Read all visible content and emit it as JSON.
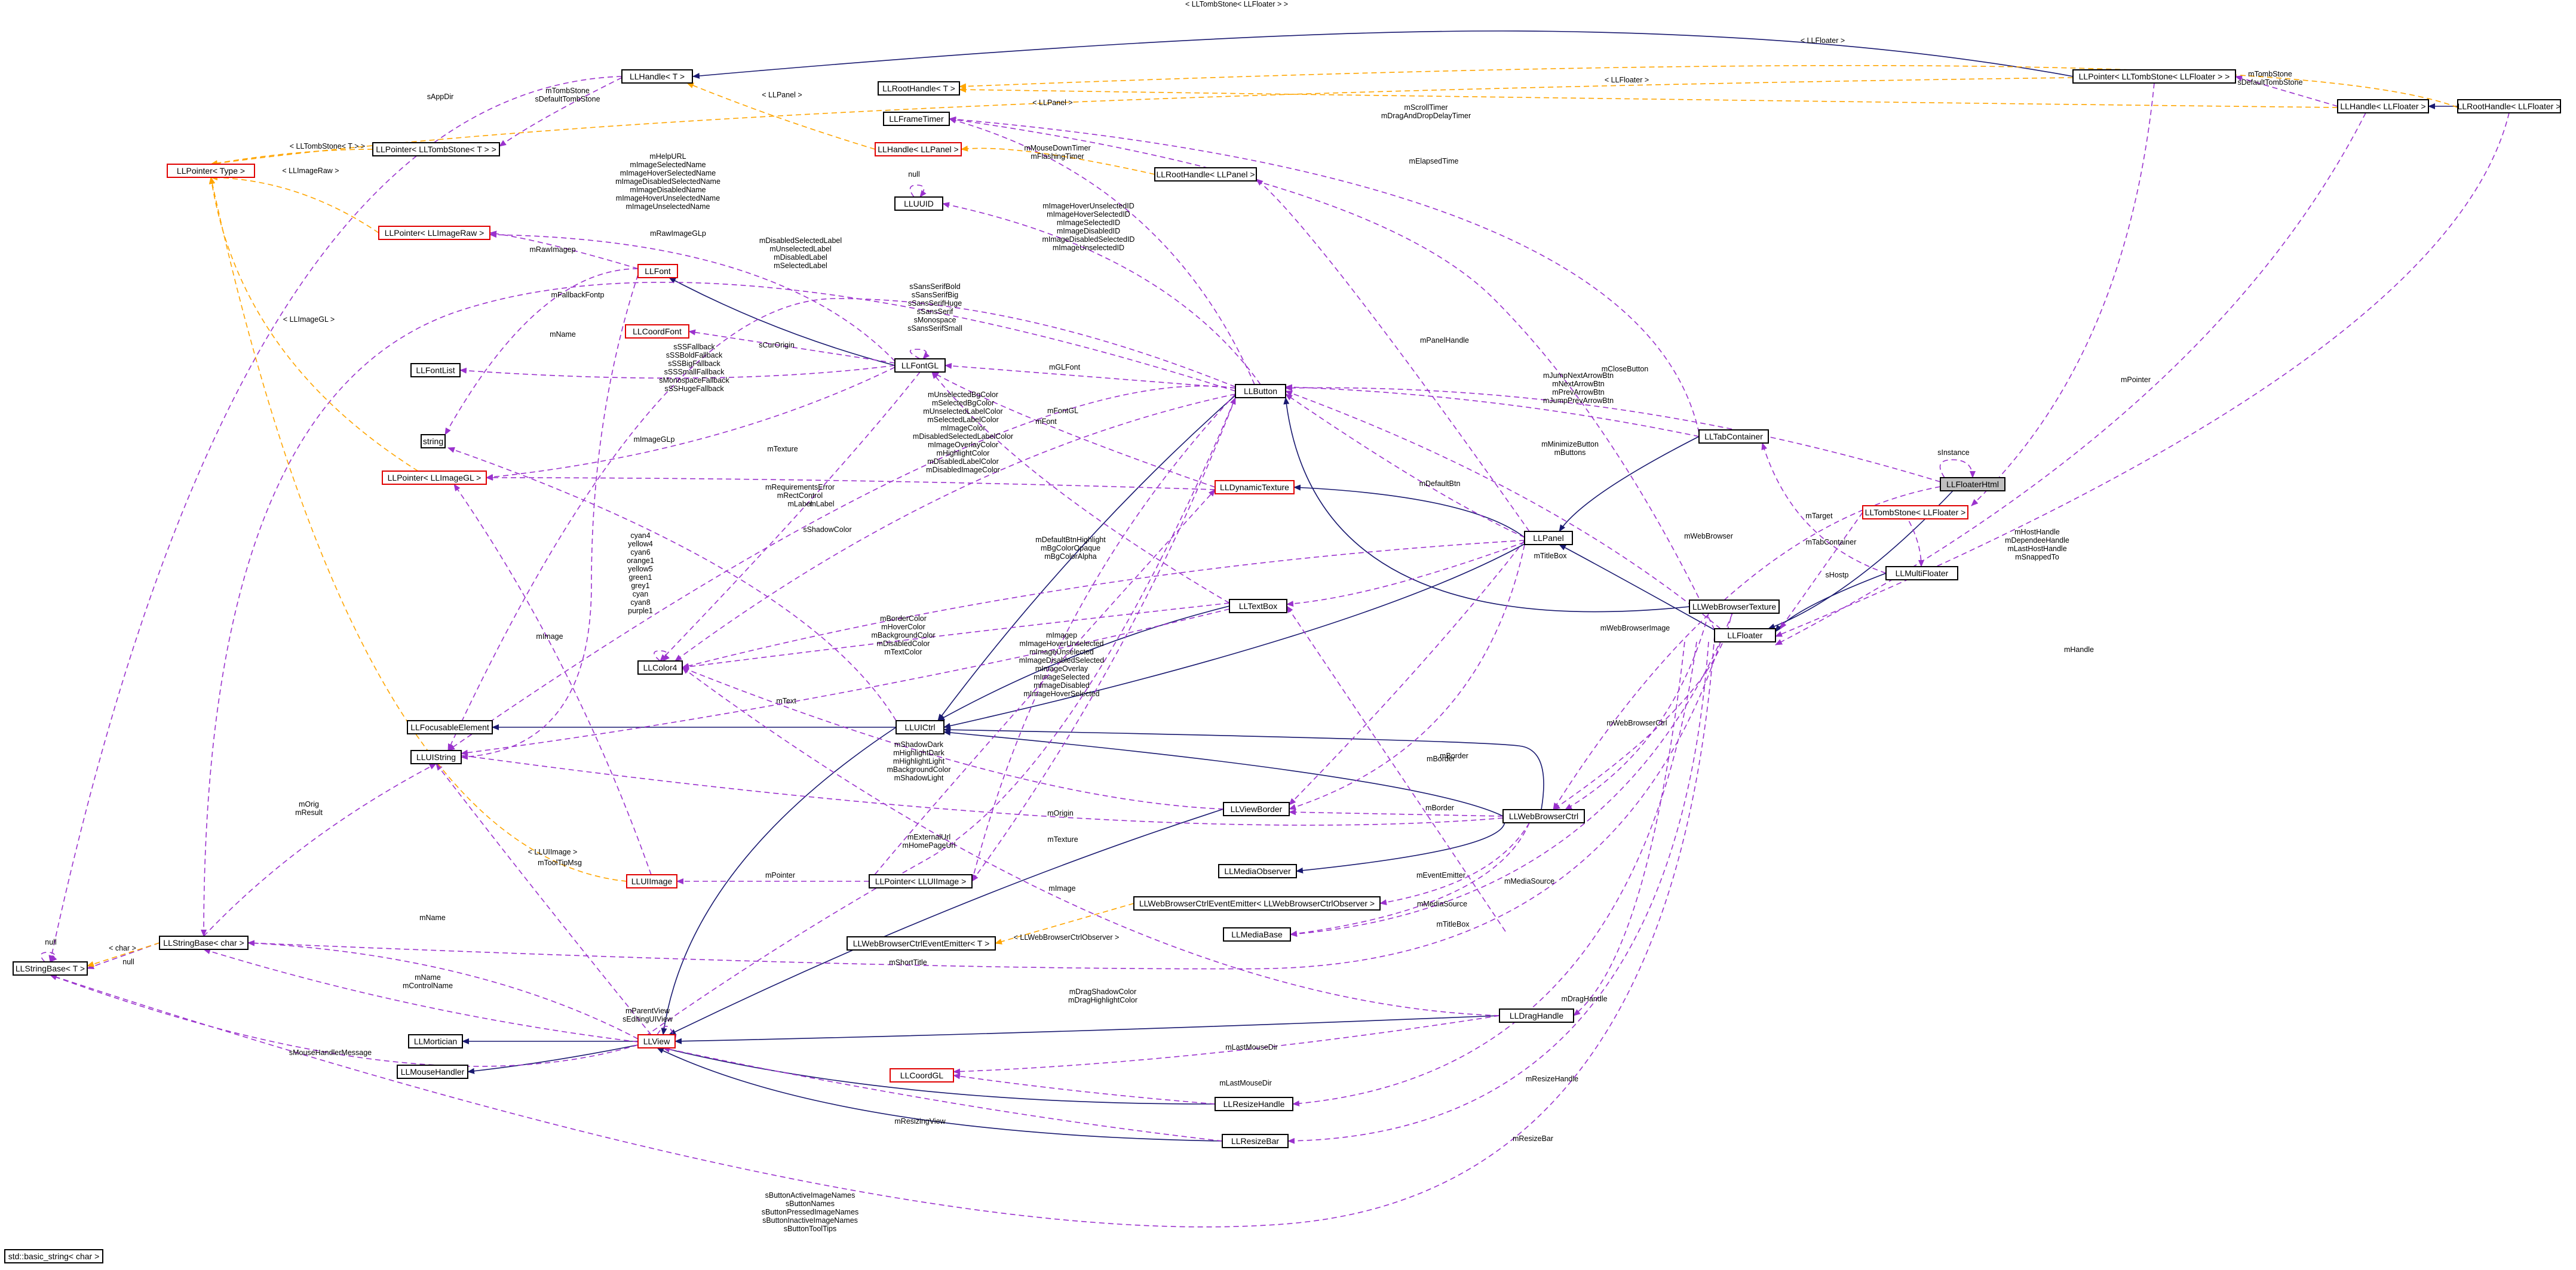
{
  "diagram": {
    "nodes": [
      {
        "id": "n1",
        "label": "LLFloaterHtml",
        "style": "selected"
      },
      {
        "id": "n2",
        "label": "LLFloater",
        "style": "normal"
      },
      {
        "id": "n3",
        "label": "LLPanel",
        "style": "normal"
      },
      {
        "id": "n4",
        "label": "LLUICtrl",
        "style": "normal"
      },
      {
        "id": "n5",
        "label": "LLView",
        "style": "red"
      },
      {
        "id": "n6",
        "label": "LLMortician",
        "style": "normal"
      },
      {
        "id": "n7",
        "label": "LLMouseHandler",
        "style": "normal"
      },
      {
        "id": "n8",
        "label": "LLFocusableElement",
        "style": "normal"
      },
      {
        "id": "n9",
        "label": "LLButton",
        "style": "normal"
      },
      {
        "id": "n10",
        "label": "LLFontGL",
        "style": "normal"
      },
      {
        "id": "n11",
        "label": "LLFont",
        "style": "red"
      },
      {
        "id": "n12",
        "label": "LLFontList",
        "style": "normal"
      },
      {
        "id": "n13",
        "label": "LLCoordFont",
        "style": "red"
      },
      {
        "id": "n14",
        "label": "string",
        "style": "normal"
      },
      {
        "id": "n15",
        "label": "LLPointer< LLImageGL >",
        "style": "red"
      },
      {
        "id": "n16",
        "label": "LLPointer< LLImageRaw >",
        "style": "red"
      },
      {
        "id": "n17",
        "label": "LLPointer< Type >",
        "style": "red"
      },
      {
        "id": "n18",
        "label": "LLColor4",
        "style": "normal"
      },
      {
        "id": "n19",
        "label": "LLUIString",
        "style": "normal"
      },
      {
        "id": "n20",
        "label": "LLStringBase< char >",
        "style": "normal"
      },
      {
        "id": "n21",
        "label": "LLStringBase< T >",
        "style": "normal"
      },
      {
        "id": "n22",
        "label": "std::basic_string< char >",
        "style": "normal"
      },
      {
        "id": "n23",
        "label": "LLUIImage",
        "style": "red"
      },
      {
        "id": "n24",
        "label": "LLPointer< LLUIImage >",
        "style": "normal"
      },
      {
        "id": "n25",
        "label": "LLHandle< T >",
        "style": "normal"
      },
      {
        "id": "n26",
        "label": "LLRootHandle< T >",
        "style": "normal"
      },
      {
        "id": "n27",
        "label": "LLPointer< LLTombStone< T > >",
        "style": "normal"
      },
      {
        "id": "n28",
        "label": "LLFrameTimer",
        "style": "normal"
      },
      {
        "id": "n29",
        "label": "LLHandle< LLPanel >",
        "style": "red"
      },
      {
        "id": "n30",
        "label": "LLRootHandle< LLPanel >",
        "style": "normal"
      },
      {
        "id": "n31",
        "label": "LLUUID",
        "style": "normal"
      },
      {
        "id": "n32",
        "label": "LLDynamicTexture",
        "style": "red"
      },
      {
        "id": "n33",
        "label": "LLTextBox",
        "style": "normal"
      },
      {
        "id": "n34",
        "label": "LLTabContainer",
        "style": "normal"
      },
      {
        "id": "n35",
        "label": "LLViewBorder",
        "style": "normal"
      },
      {
        "id": "n36",
        "label": "LLWebBrowserCtrl",
        "style": "normal"
      },
      {
        "id": "n37",
        "label": "LLMediaObserver",
        "style": "normal"
      },
      {
        "id": "n38",
        "label": "LLWebBrowserCtrlEventEmitter< LLWebBrowserCtrlObserver >",
        "style": "normal"
      },
      {
        "id": "n39",
        "label": "LLWebBrowserCtrlEventEmitter< T >",
        "style": "normal"
      },
      {
        "id": "n40",
        "label": "LLMediaBase",
        "style": "normal"
      },
      {
        "id": "n41",
        "label": "LLWebBrowserTexture",
        "style": "normal"
      },
      {
        "id": "n42",
        "label": "LLDragHandle",
        "style": "normal"
      },
      {
        "id": "n43",
        "label": "LLCoordGL",
        "style": "red"
      },
      {
        "id": "n44",
        "label": "LLResizeHandle",
        "style": "normal"
      },
      {
        "id": "n45",
        "label": "LLResizeBar",
        "style": "normal"
      },
      {
        "id": "n46",
        "label": "LLTombStone< LLFloater >",
        "style": "red"
      },
      {
        "id": "n47",
        "label": "LLMultiFloater",
        "style": "normal"
      },
      {
        "id": "n48",
        "label": "LLPointer< LLTombStone< LLFloater > >",
        "style": "normal"
      },
      {
        "id": "n49",
        "label": "LLHandle< LLFloater >",
        "style": "normal"
      },
      {
        "id": "n50",
        "label": "LLRootHandle< LLFloater >",
        "style": "normal"
      }
    ],
    "edges": [
      {
        "id": "e1",
        "kind": "solid",
        "label": ""
      },
      {
        "id": "e2",
        "kind": "solid",
        "label": ""
      },
      {
        "id": "e3",
        "kind": "solid",
        "label": ""
      },
      {
        "id": "e4",
        "kind": "solid",
        "label": ""
      },
      {
        "id": "e5",
        "kind": "solid",
        "label": ""
      },
      {
        "id": "e6",
        "kind": "solid",
        "label": ""
      },
      {
        "id": "e7",
        "kind": "solid",
        "label": ""
      },
      {
        "id": "e8",
        "kind": "solid",
        "label": ""
      },
      {
        "id": "e9",
        "kind": "solid",
        "label": ""
      },
      {
        "id": "e10",
        "kind": "solid",
        "label": ""
      },
      {
        "id": "e11",
        "kind": "solid",
        "label": ""
      },
      {
        "id": "e12",
        "kind": "solid",
        "label": ""
      },
      {
        "id": "e13",
        "kind": "solid",
        "label": ""
      },
      {
        "id": "e14",
        "kind": "solid",
        "label": ""
      },
      {
        "id": "e15",
        "kind": "solid",
        "label": ""
      },
      {
        "id": "e16",
        "kind": "solid",
        "label": ""
      },
      {
        "id": "e17",
        "kind": "solid",
        "label": ""
      },
      {
        "id": "e18",
        "kind": "solid",
        "label": ""
      },
      {
        "id": "e19",
        "kind": "solid",
        "label": ""
      },
      {
        "id": "e20",
        "kind": "solid",
        "label": ""
      },
      {
        "id": "e21",
        "kind": "solid",
        "label": ""
      },
      {
        "id": "e22",
        "kind": "solid",
        "label": ""
      },
      {
        "id": "e23",
        "kind": "solid",
        "label": ""
      },
      {
        "id": "e24",
        "kind": "uses",
        "label": "sInstance"
      },
      {
        "id": "e25",
        "kind": "uses",
        "label": "mWebBrowser"
      },
      {
        "id": "e26",
        "kind": "uses",
        "label": "mHandle"
      },
      {
        "id": "e27",
        "kind": "uses",
        "label": "mHostHandle\nmDependeeHandle\nmLastHostHandle\nmSnappedTo"
      },
      {
        "id": "e28",
        "kind": "uses",
        "label": "mPointer"
      },
      {
        "id": "e29",
        "kind": "uses",
        "label": "mTombStone\nsDefaultTombStone"
      },
      {
        "id": "e30",
        "kind": "uses",
        "label": "mTarget"
      },
      {
        "id": "e31",
        "kind": "uses",
        "label": "mTabContainer"
      },
      {
        "id": "e32",
        "kind": "uses",
        "label": "sHostp"
      },
      {
        "id": "e33",
        "kind": "uses",
        "label": "mMinimizeButton\nmButtons"
      },
      {
        "id": "e34",
        "kind": "uses",
        "label": "mCloseButton"
      },
      {
        "id": "e35",
        "kind": "uses",
        "label": "mDragHandle"
      },
      {
        "id": "e36",
        "kind": "uses",
        "label": "mResizeHandle"
      },
      {
        "id": "e37",
        "kind": "uses",
        "label": "mResizeBar"
      },
      {
        "id": "e38",
        "kind": "uses",
        "label": "mShortTitle"
      },
      {
        "id": "e39",
        "kind": "uses",
        "label": "mTitleBox"
      },
      {
        "id": "e40",
        "kind": "uses",
        "label": "mDefaultBtn"
      },
      {
        "id": "e41",
        "kind": "uses",
        "label": "mTitleBox"
      },
      {
        "id": "e42",
        "kind": "uses",
        "label": "mPanelHandle"
      },
      {
        "id": "e43",
        "kind": "uses",
        "label": "mDefaultBtnHighlight\nmBgColorOpaque\nmBgColorAlpha"
      },
      {
        "id": "e44",
        "kind": "uses",
        "label": "mBorder"
      },
      {
        "id": "e45",
        "kind": "uses",
        "label": "mLabel"
      },
      {
        "id": "e46",
        "kind": "uses",
        "label": "mRequirementsError\nmRectControl\nmLabel"
      },
      {
        "id": "e47",
        "kind": "uses",
        "label": "mJumpNextArrowBtn\nmNextArrowBtn\nmPrevArrowBtn\nmJumpPrevArrowBtn"
      },
      {
        "id": "e48",
        "kind": "uses",
        "label": "mScrollTimer\nmDragAndDropDelayTimer"
      },
      {
        "id": "e49",
        "kind": "uses",
        "label": "mElapsedTime"
      },
      {
        "id": "e50",
        "kind": "uses",
        "label": "mMouseDownTimer\nmFlashingTimer"
      },
      {
        "id": "e51",
        "kind": "uses",
        "label": "mImageHoverUnselectedID\nmImageHoverSelectedID\nmImageSelectedID\nmImageDisabledID\nmImageDisabledSelectedID\nmImageUnselectedID"
      },
      {
        "id": "e52",
        "kind": "uses",
        "label": "mHelpURL\nmImageSelectedName\nmImageHoverSelectedName\nmImageDisabledSelectedName\nmImageDisabledName\nmImageHoverUnselectedName\nmImageUnselectedName"
      },
      {
        "id": "e53",
        "kind": "uses",
        "label": "mDisabledSelectedLabel\nmUnselectedLabel\nmDisabledLabel\nmSelectedLabel"
      },
      {
        "id": "e54",
        "kind": "uses",
        "label": "mGLFont"
      },
      {
        "id": "e55",
        "kind": "uses",
        "label": "mFontGL"
      },
      {
        "id": "e56",
        "kind": "uses",
        "label": "sSansSerifBold\nsSansSerifBig\nsSansSerifHuge\nsSansSerif\nsMonospace\nsSansSerifSmall"
      },
      {
        "id": "e57",
        "kind": "uses",
        "label": "mFont"
      },
      {
        "id": "e58",
        "kind": "uses",
        "label": "mUnselectedBgColor\nmSelectedBgColor\nmUnselectedLabelColor\nmSelectedLabelColor\nmImageColor\nmDisabledSelectedLabelColor\nmImageOverlayColor\nmHighlightColor\nmDisabledLabelColor\nmDisabledImageColor"
      },
      {
        "id": "e59",
        "kind": "uses",
        "label": "sCurOrigin"
      },
      {
        "id": "e60",
        "kind": "uses",
        "label": "sSSFallback\nsSSBoldFallback\nsSSBigFallback\nsSSSmallFallback\nsMonospaceFallback\nsSSHugeFallback"
      },
      {
        "id": "e61",
        "kind": "uses",
        "label": "mFallbackFontp"
      },
      {
        "id": "e62",
        "kind": "uses",
        "label": "mRawImagep"
      },
      {
        "id": "e63",
        "kind": "uses",
        "label": "mRawImageGLp"
      },
      {
        "id": "e64",
        "kind": "uses",
        "label": "mImageGLp"
      },
      {
        "id": "e65",
        "kind": "uses",
        "label": "mTexture"
      },
      {
        "id": "e66",
        "kind": "uses",
        "label": "mName"
      },
      {
        "id": "e67",
        "kind": "uses",
        "label": "sShadowColor"
      },
      {
        "id": "e68",
        "kind": "uses",
        "label": "cyan4\nyellow4\ncyan6\norange1\nyellow5\ngreen1\ngrey1\ncyan\ncyan8\npurple1"
      },
      {
        "id": "e69",
        "kind": "uses",
        "label": "mBorderColor\nmHoverColor\nmBackgroundColor\nmDisabledColor\nmTextColor"
      },
      {
        "id": "e70",
        "kind": "uses",
        "label": "mImagep\nmImageHoverUnselected\nmImageUnselected\nmImageDisabledSelected\nmImageOverlay\nmImageSelected\nmImageDisabled\nmImageHoverSelected"
      },
      {
        "id": "e71",
        "kind": "uses",
        "label": "mText"
      },
      {
        "id": "e72",
        "kind": "uses",
        "label": "mShadowDark\nmHighlightDark\nmHighlightLight\nmBackgroundColor\nmShadowLight"
      },
      {
        "id": "e73",
        "kind": "uses",
        "label": "mBorder"
      },
      {
        "id": "e74",
        "kind": "uses",
        "label": "mBorder"
      },
      {
        "id": "e75",
        "kind": "uses",
        "label": "mOrigin"
      },
      {
        "id": "e76",
        "kind": "uses",
        "label": "mTexture"
      },
      {
        "id": "e77",
        "kind": "uses",
        "label": "mExternalUrl\nmHomePageUrl"
      },
      {
        "id": "e78",
        "kind": "uses",
        "label": "mPointer"
      },
      {
        "id": "e79",
        "kind": "uses",
        "label": "mImage"
      },
      {
        "id": "e80",
        "kind": "uses",
        "label": "mImage"
      },
      {
        "id": "e81",
        "kind": "uses",
        "label": "mOrig\nmResult"
      },
      {
        "id": "e82",
        "kind": "uses",
        "label": "mName"
      },
      {
        "id": "e83",
        "kind": "uses",
        "label": "mToolTipMsg"
      },
      {
        "id": "e84",
        "kind": "uses",
        "label": "mName\nmControlName"
      },
      {
        "id": "e85",
        "kind": "uses",
        "label": "sMouseHandlerMessage"
      },
      {
        "id": "e86",
        "kind": "uses",
        "label": "mParentView\nsEditingUIView"
      },
      {
        "id": "e87",
        "kind": "uses",
        "label": "mDragShadowColor\nmDragHighlightColor"
      },
      {
        "id": "e88",
        "kind": "uses",
        "label": "mLastMouseDir"
      },
      {
        "id": "e89",
        "kind": "uses",
        "label": "mLastMouseDir"
      },
      {
        "id": "e90",
        "kind": "uses",
        "label": "mResizingView"
      },
      {
        "id": "e91",
        "kind": "uses",
        "label": "sButtonActiveImageNames\nsButtonNames\nsButtonPressedImageNames\nsButtonInactiveImageNames\nsButtonToolTips"
      },
      {
        "id": "e92",
        "kind": "uses",
        "label": "mWebBrowserImage"
      },
      {
        "id": "e93",
        "kind": "uses",
        "label": "mWebBrowserCtrl"
      },
      {
        "id": "e94",
        "kind": "uses",
        "label": "mEventEmitter"
      },
      {
        "id": "e95",
        "kind": "uses",
        "label": "mMediaSource"
      },
      {
        "id": "e96",
        "kind": "uses",
        "label": "mMediaSource"
      },
      {
        "id": "e97",
        "kind": "uses",
        "label": "sAppDir"
      },
      {
        "id": "e98",
        "kind": "uses",
        "label": "null"
      },
      {
        "id": "e99",
        "kind": "uses",
        "label": "null"
      },
      {
        "id": "e100",
        "kind": "uses",
        "label": "null"
      },
      {
        "id": "e101",
        "kind": "uses",
        "label": "mTombStone\nsDefaultTombStone"
      },
      {
        "id": "e102",
        "kind": "tmpl",
        "label": "< LLImageRaw >"
      },
      {
        "id": "e103",
        "kind": "tmpl",
        "label": "< LLImageGL >"
      },
      {
        "id": "e104",
        "kind": "tmpl",
        "label": "< LLUIImage >"
      },
      {
        "id": "e105",
        "kind": "tmpl",
        "label": "< char >"
      },
      {
        "id": "e106",
        "kind": "tmpl",
        "label": "< LLTombStone< T > >"
      },
      {
        "id": "e107",
        "kind": "tmpl",
        "label": "< LLPanel >"
      },
      {
        "id": "e108",
        "kind": "tmpl",
        "label": "< LLPanel >"
      },
      {
        "id": "e109",
        "kind": "tmpl",
        "label": "< LLTombStone< LLFloater > >"
      },
      {
        "id": "e110",
        "kind": "tmpl",
        "label": "< LLFloater >"
      },
      {
        "id": "e111",
        "kind": "tmpl",
        "label": "< LLFloater >"
      },
      {
        "id": "e112",
        "kind": "tmpl",
        "label": "< LLWebBrowserCtrlObserver >"
      }
    ]
  }
}
